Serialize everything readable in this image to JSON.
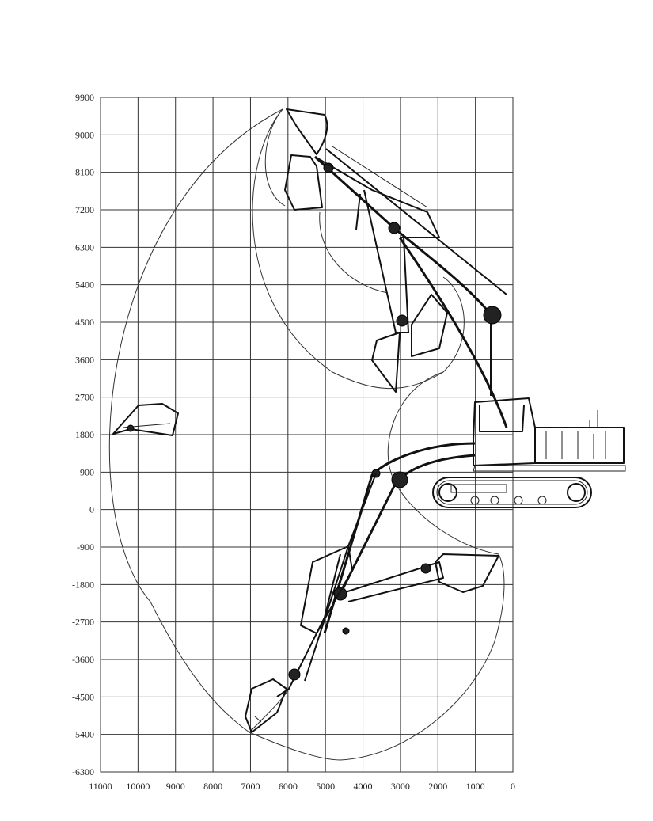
{
  "chart_data": {
    "type": "diagram",
    "subject": "excavator working range",
    "x_ticks": [
      "11000",
      "10000",
      "9000",
      "8000",
      "7000",
      "6000",
      "5000",
      "4000",
      "3000",
      "2000",
      "1000",
      "0"
    ],
    "y_ticks": [
      "9900",
      "9000",
      "8100",
      "7200",
      "6300",
      "5400",
      "4500",
      "3600",
      "2700",
      "1800",
      "900",
      "0",
      "-900",
      "-1800",
      "-2700",
      "-3600",
      "-4500",
      "-5400",
      "-6300"
    ],
    "x_range": [
      0,
      11000
    ],
    "y_range": [
      -6300,
      9900
    ],
    "grid": true,
    "envelope_points": [
      {
        "x": 6000,
        "y": 9700
      },
      {
        "x": 10700,
        "y": 1900
      },
      {
        "x": 7000,
        "y": -5400
      },
      {
        "x": 4800,
        "y": -6100
      },
      {
        "x": 2000,
        "y": -4700
      },
      {
        "x": 400,
        "y": -1000
      }
    ]
  }
}
